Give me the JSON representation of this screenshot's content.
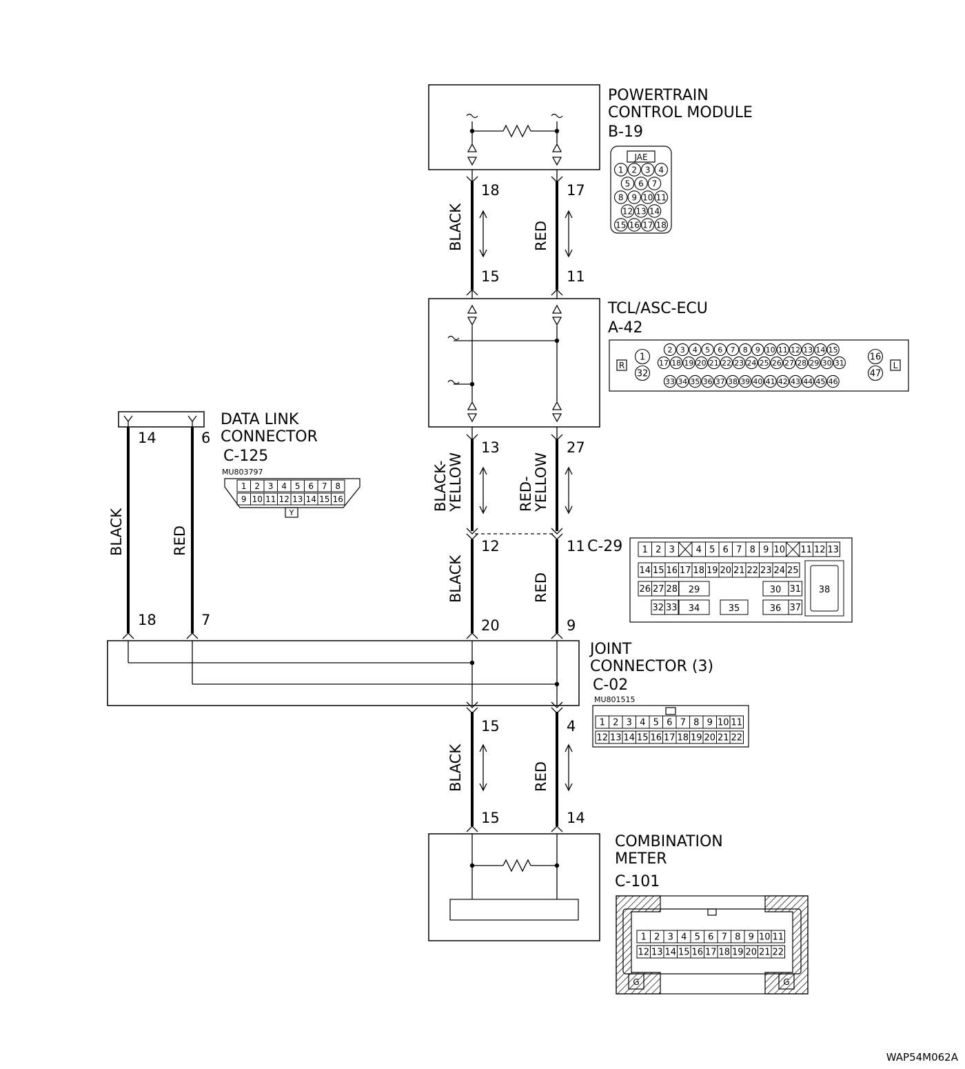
{
  "components": {
    "pcm": {
      "title_line1": "POWERTRAIN",
      "title_line2": "CONTROL MODULE",
      "code": "B-19",
      "connector_mark": "JAE",
      "pin_rows": [
        [
          "1",
          "2",
          "3",
          "4"
        ],
        [
          "5",
          "6",
          "7"
        ],
        [
          "8",
          "9",
          "10",
          "11"
        ],
        [
          "12",
          "13",
          "14"
        ],
        [
          "15",
          "16",
          "17",
          "18"
        ]
      ]
    },
    "tcl": {
      "title": "TCL/ASC-ECU",
      "code": "A-42",
      "mark_r": "R",
      "mark_l": "L",
      "top_row": [
        "2",
        "3",
        "4",
        "5",
        "6",
        "7",
        "8",
        "9",
        "10",
        "11",
        "12",
        "13",
        "14",
        "15"
      ],
      "mid_row": [
        "17",
        "18",
        "19",
        "20",
        "21",
        "22",
        "23",
        "24",
        "25",
        "26",
        "27",
        "28",
        "29",
        "30",
        "31"
      ],
      "bot_row": [
        "33",
        "34",
        "35",
        "36",
        "37",
        "38",
        "39",
        "40",
        "41",
        "42",
        "43",
        "44",
        "45",
        "46"
      ],
      "left_pins": [
        "1",
        "32"
      ],
      "right_pins": [
        "16",
        "47"
      ]
    },
    "dlc": {
      "title_line1": "DATA LINK",
      "title_line2": "CONNECTOR",
      "code": "C-125",
      "part": "MU803797",
      "key": "Y",
      "row1": [
        "1",
        "2",
        "3",
        "4",
        "5",
        "6",
        "7",
        "8"
      ],
      "row2": [
        "9",
        "10",
        "11",
        "12",
        "13",
        "14",
        "15",
        "16"
      ]
    },
    "c29": {
      "code": "C-29",
      "row1a": [
        "1",
        "2",
        "3"
      ],
      "row1b": [
        "4",
        "5",
        "6",
        "7",
        "8",
        "9",
        "10"
      ],
      "row1c": [
        "11",
        "12",
        "13"
      ],
      "row2": [
        "14",
        "15",
        "16",
        "17",
        "18",
        "19",
        "20",
        "21",
        "22",
        "23",
        "24",
        "25"
      ],
      "row3": [
        "26",
        "27",
        "28",
        "29",
        "30",
        "31"
      ],
      "row4": [
        "32",
        "33",
        "34",
        "35",
        "36",
        "37"
      ],
      "big": "38"
    },
    "joint": {
      "title_line1": "JOINT",
      "title_line2": "CONNECTOR (3)",
      "code": "C-02",
      "part": "MU801515",
      "row1": [
        "1",
        "2",
        "3",
        "4",
        "5",
        "6",
        "7",
        "8",
        "9",
        "10",
        "11"
      ],
      "row2": [
        "12",
        "13",
        "14",
        "15",
        "16",
        "17",
        "18",
        "19",
        "20",
        "21",
        "22"
      ]
    },
    "meter": {
      "title_line1": "COMBINATION",
      "title_line2": "METER",
      "code": "C-101",
      "ground_mark": "G",
      "row1": [
        "1",
        "2",
        "3",
        "4",
        "5",
        "6",
        "7",
        "8",
        "9",
        "10",
        "11"
      ],
      "row2": [
        "12",
        "13",
        "14",
        "15",
        "16",
        "17",
        "18",
        "19",
        "20",
        "21",
        "22"
      ]
    }
  },
  "wires": {
    "pcm_tcl": {
      "left_color": "BLACK",
      "right_color": "RED",
      "left_top_pin": "18",
      "right_top_pin": "17",
      "left_bottom_pin": "15",
      "right_bottom_pin": "11"
    },
    "tcl_c29": {
      "left_color_1": "BLACK-",
      "left_color_2": "YELLOW",
      "right_color_1": "RED-",
      "right_color_2": "YELLOW",
      "left_top_pin": "13",
      "right_top_pin": "27",
      "left_bottom_pin": "12",
      "right_bottom_pin": "11"
    },
    "c29_joint": {
      "left_color": "BLACK",
      "right_color": "RED",
      "left_bottom_pin": "20",
      "right_bottom_pin": "9"
    },
    "dlc_joint": {
      "left_color": "BLACK",
      "right_color": "RED",
      "left_top_pin": "14",
      "right_top_pin": "6",
      "left_bottom_pin": "18",
      "right_bottom_pin": "7"
    },
    "joint_meter": {
      "left_color": "BLACK",
      "right_color": "RED",
      "left_top_pin": "15",
      "right_top_pin": "4",
      "left_bottom_pin": "15",
      "right_bottom_pin": "14"
    }
  },
  "figure_id": "WAP54M062A"
}
